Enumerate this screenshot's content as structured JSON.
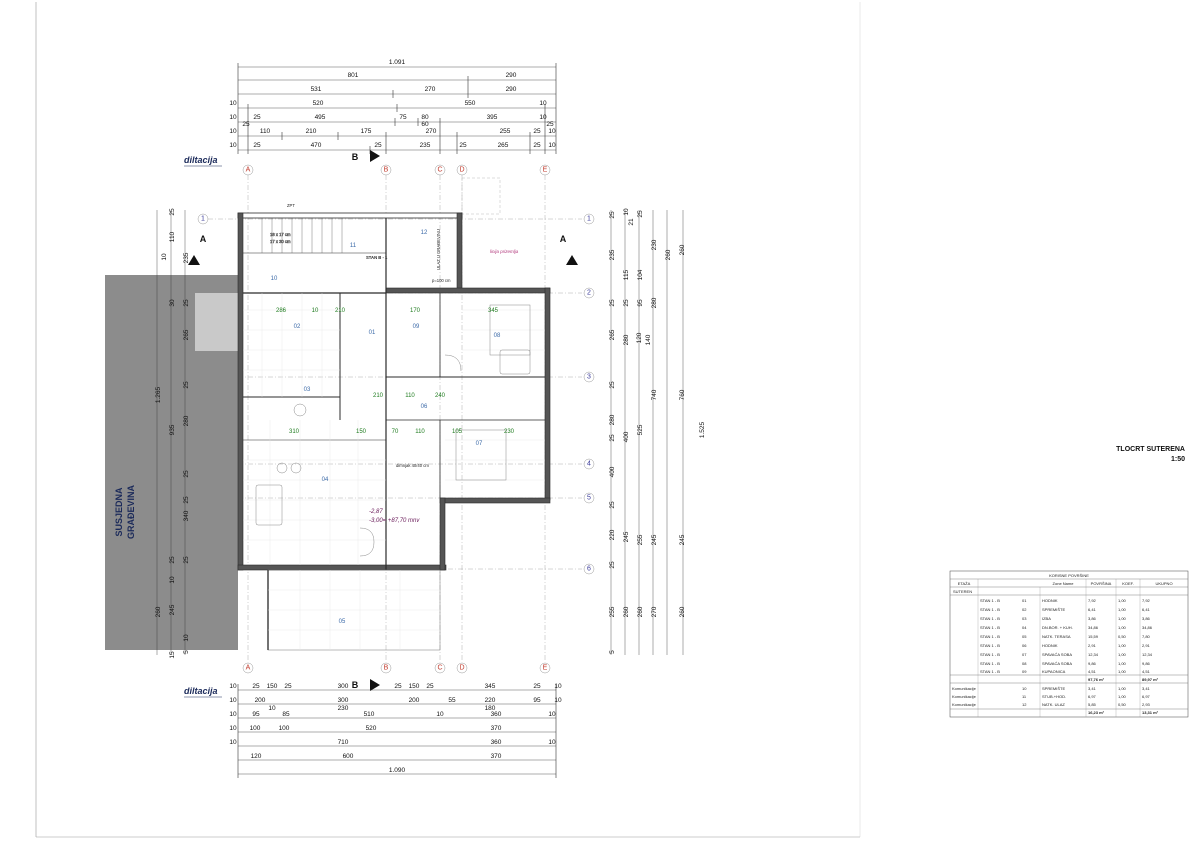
{
  "drawing": {
    "title": "TLOCRT SUTERENA",
    "scale": "1:50",
    "label_dilatation": "diltacija",
    "neighbour": [
      "SUSJEDNA",
      "GRAĐEVINA"
    ],
    "section_marks": [
      "A",
      "B"
    ],
    "axes_letters": [
      "A",
      "B",
      "C",
      "D",
      "E"
    ],
    "axes_numbers": [
      "1",
      "2",
      "3",
      "4",
      "5",
      "6"
    ],
    "zpt": "ZPT",
    "stan": "STAN B - 1",
    "stairs": [
      "18 x 17 cm",
      "17 x 30 cm"
    ],
    "entrance": "ULAZ U GRAĐEVINU",
    "entrance_note": "linija prizemlja",
    "level_1": "-2,87",
    "level_2": "-3,00= +87,70 mnv",
    "chimney": "dimnjak 40/40 cm",
    "window_note": "p=100 cm"
  },
  "dims_top": {
    "row1": [
      "1.091"
    ],
    "row2": [
      "801",
      "290"
    ],
    "row3": [
      "531",
      "270",
      "290"
    ],
    "row4": [
      "10",
      "520",
      "550",
      "10"
    ],
    "row5": [
      "10",
      "25",
      "495",
      "75",
      "80",
      "395",
      "10"
    ],
    "row5b": [
      "25",
      "60",
      "25"
    ],
    "row6": [
      "10",
      "110",
      "210",
      "175",
      "270",
      "255",
      "25",
      "10"
    ],
    "row7": [
      "10",
      "25",
      "470",
      "25",
      "235",
      "25",
      "265",
      "25",
      "10"
    ]
  },
  "dims_bottom": {
    "row1": [
      "10",
      "25",
      "150",
      "25",
      "300",
      "25",
      "150",
      "25",
      "345",
      "25",
      "10"
    ],
    "row2": [
      "10",
      "200",
      "300",
      "200",
      "55",
      "220",
      "95",
      "10"
    ],
    "row2b": [
      "10",
      "230",
      "180"
    ],
    "row3": [
      "10",
      "95",
      "85",
      "510",
      "10",
      "360",
      "10"
    ],
    "row4": [
      "10",
      "100",
      "100",
      "520",
      "370"
    ],
    "row5": [
      "10",
      "710",
      "360",
      "10"
    ],
    "row6": [
      "120",
      "600",
      "370"
    ],
    "row7": [
      "1.090"
    ]
  },
  "dims_left": [
    "25",
    "110",
    "10",
    "235",
    "30",
    "25",
    "265",
    "1.265",
    "25",
    "935",
    "280",
    "25",
    "25",
    "340",
    "25",
    "10",
    "25",
    "260",
    "245",
    "10",
    "15",
    "5"
  ],
  "dims_right": {
    "c1": [
      "25",
      "235",
      "25",
      "265",
      "25",
      "280",
      "25",
      "400",
      "25",
      "220",
      "25",
      "255",
      "5"
    ],
    "c2": [
      "10",
      "115",
      "25",
      "120",
      "280",
      "400",
      "245",
      "260"
    ],
    "c3": [
      "25",
      "104",
      "95",
      "140",
      "525",
      "255",
      "260"
    ],
    "c4": [
      "21",
      "230",
      "280",
      "740",
      "245",
      "270"
    ],
    "c5": [
      "260",
      "760",
      "245",
      "260"
    ],
    "c6": [
      "1.525"
    ]
  },
  "rooms": [
    "01",
    "02",
    "03",
    "04",
    "05",
    "06",
    "07",
    "08",
    "09",
    "10",
    "11",
    "12"
  ],
  "table": {
    "header_top": "KORISNE POVRŠINE",
    "columns": [
      "ETAŽA",
      "Zone Name",
      "POVRŠINA",
      "KOEF.",
      "UKUPNO"
    ],
    "floor": "SUTEREN",
    "rows": [
      [
        "STAN 1 - B",
        "01",
        "HODNIK",
        "7,92",
        "1,00",
        "7,92"
      ],
      [
        "STAN 1 - B",
        "02",
        "SPREMIŠTE",
        "6,41",
        "1,00",
        "6,41"
      ],
      [
        "STAN 1 - B",
        "03",
        "IZBA",
        "3,86",
        "1,00",
        "3,86"
      ],
      [
        "STAN 1 - B",
        "04",
        "DN.BOR. + KUH.",
        "34,86",
        "1,00",
        "34,86"
      ],
      [
        "STAN 1 - B",
        "05",
        "NATK. TERASA",
        "15,59",
        "0,50",
        "7,80"
      ],
      [
        "STAN 1 - B",
        "06",
        "HODNIK",
        "2,91",
        "1,00",
        "2,91"
      ],
      [
        "STAN 1 - B",
        "07",
        "SPAVAĆA SOBA",
        "12,34",
        "1,00",
        "12,34"
      ],
      [
        "STAN 1 - B",
        "08",
        "SPAVAĆA SOBA",
        "9,86",
        "1,00",
        "9,86"
      ],
      [
        "STAN 1 - B",
        "09",
        "KUPAONICA",
        "4,51",
        "1,00",
        "4,51"
      ]
    ],
    "subtotal1": [
      "97,76 m²",
      "89,97 m²"
    ],
    "rows2": [
      [
        "Komunikacije",
        "10",
        "SPREMIŠTE",
        "3,41",
        "1,00",
        "3,41"
      ],
      [
        "Komunikacije",
        "11",
        "STUB.+HOD.",
        "6,97",
        "1,00",
        "6,97"
      ],
      [
        "Komunikacije",
        "12",
        "NATK. ULAZ",
        "5,85",
        "0,50",
        "2,93"
      ]
    ],
    "subtotal2": [
      "16,23 m²",
      "13,31 m²"
    ]
  },
  "colors": {
    "wall": "#2b2b2b",
    "neighbour": "#8a8a8a",
    "axis": "#c0392b",
    "green_dim": "#1e7b1e",
    "room_num": "#3b6aa8"
  }
}
